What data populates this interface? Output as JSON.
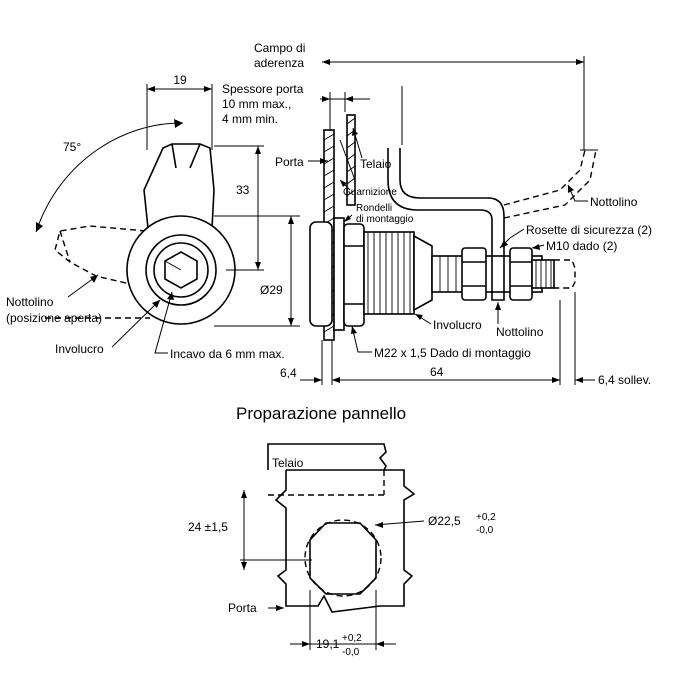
{
  "labels": {
    "campo": "Campo di",
    "aderenza": "aderenza",
    "spessore1": "Spessore porta",
    "spessore2": "10 mm max.,",
    "spessore3": "4 mm min.",
    "dim19": "19",
    "angle": "75°",
    "porta_top": "Porta",
    "telaio_top": "Telaio",
    "guarnizione": "Guarnizione",
    "rondelli1": "Rondelli",
    "rondelli2": "di montaggio",
    "dim33": "33",
    "nottolino_right": "Nottolino",
    "rosette": "Rosette di sicurezza (2)",
    "m10": "M10 dado (2)",
    "dim29": "Ø29",
    "nottolino_left1": "Nottolino",
    "nottolino_left2": "(posizione aperta)",
    "involucro_left": "Involucro",
    "involucro_mid": "Involucro",
    "nottolino_mid": "Nottolino",
    "incavo": "Incavo da 6 mm max.",
    "m22": "M22 x 1,5 Dado di montaggio",
    "dim64a": "6,4",
    "dim64": "64",
    "soll": "6,4 sollev.",
    "panel_title": "Proparazione pannello",
    "telaio_panel": "Telaio",
    "dim24": "24 ±1,5",
    "dia22": "Ø22,5",
    "tol_plus": "+0,2",
    "tol_minus": "-0,0",
    "porta_panel": "Porta",
    "dim191": "19,1",
    "tol2_plus": "+0,2",
    "tol2_minus": "-0,0"
  }
}
